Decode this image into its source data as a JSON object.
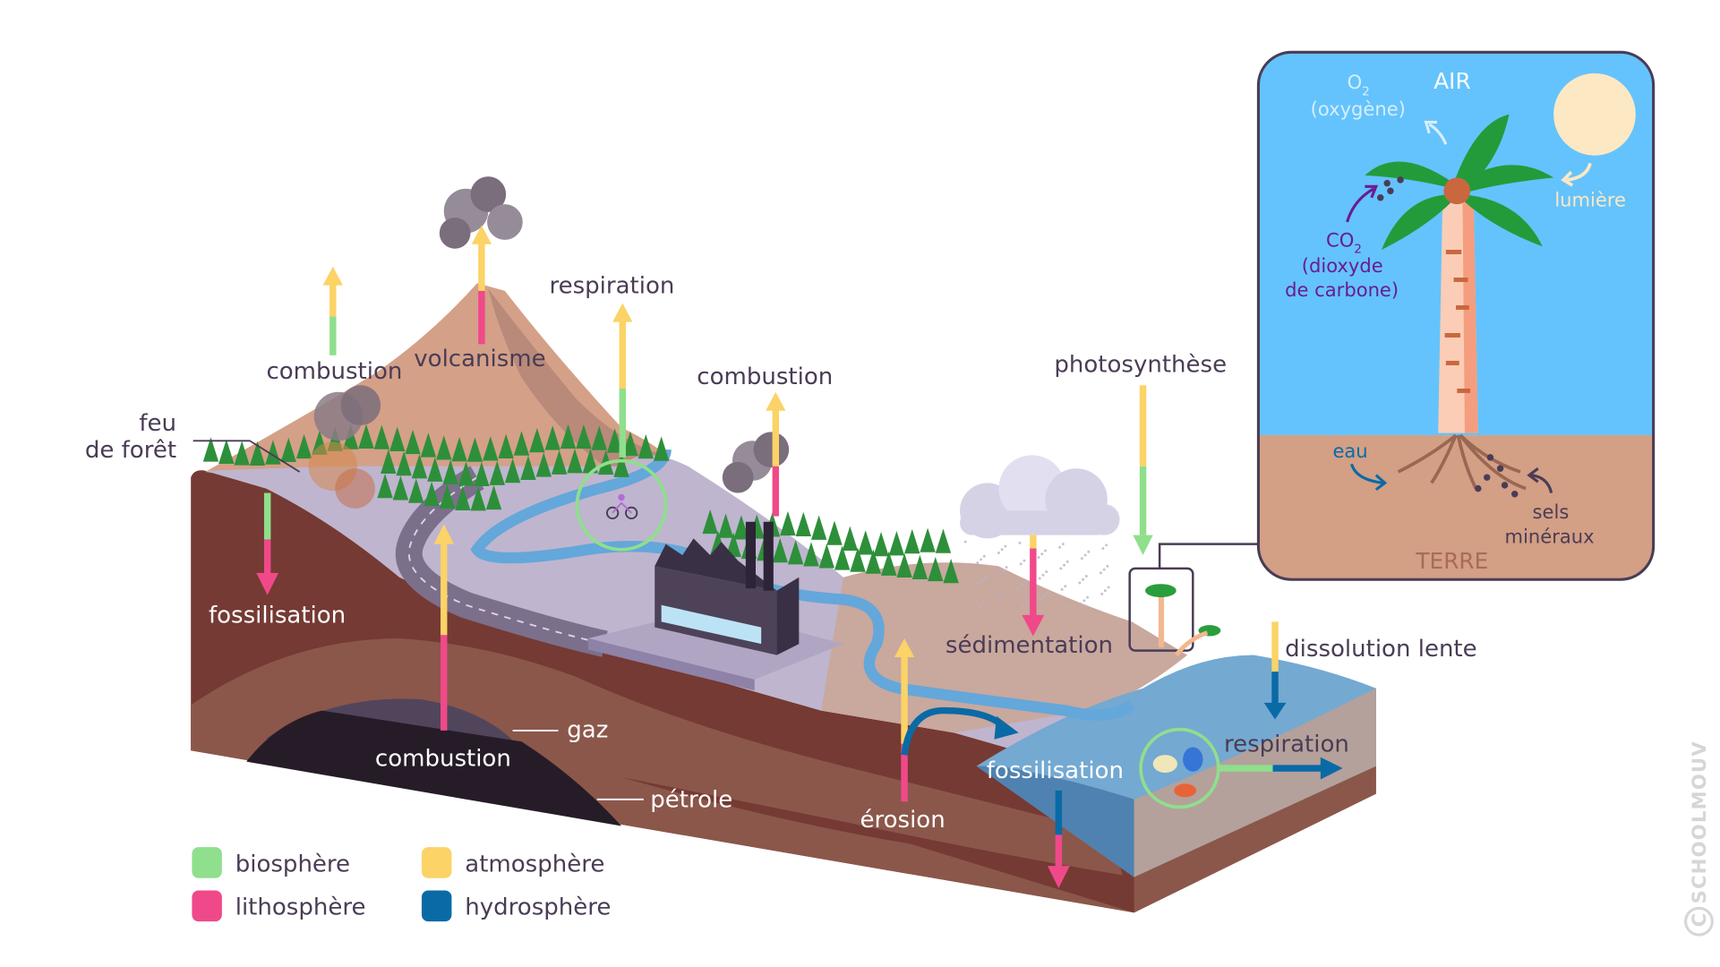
{
  "diagram": {
    "title": "Cycle du carbone",
    "colors": {
      "biosphere": "#8fdf8c",
      "lithosphere": "#f0498a",
      "atmosphere": "#fbd366",
      "hydrosphere": "#0a6aa6",
      "text": "#4a3c55"
    },
    "labels": {
      "combustion_forest": "combustion",
      "volcanisme": "volcanisme",
      "respiration_land": "respiration",
      "combustion_factory": "combustion",
      "photosynthese": "photosynthèse",
      "feu_line1": "feu",
      "feu_line2": "de forêt",
      "fossilisation_land": "fossilisation",
      "combustion_underground": "combustion",
      "gaz": "gaz",
      "petrole": "pétrole",
      "erosion": "érosion",
      "sedimentation": "sédimentation",
      "dissolution": "dissolution lente",
      "fossilisation_sea": "fossilisation",
      "respiration_sea": "respiration"
    },
    "flows": [
      {
        "name": "combustion (feu de forêt)",
        "from": "biosphere",
        "to": "atmosphere",
        "direction": "up"
      },
      {
        "name": "volcanisme",
        "from": "lithosphere",
        "to": "atmosphere",
        "direction": "up"
      },
      {
        "name": "respiration (terrestre)",
        "from": "biosphere",
        "to": "atmosphere",
        "direction": "up"
      },
      {
        "name": "combustion (usine)",
        "from": "lithosphere",
        "to": "atmosphere",
        "direction": "up"
      },
      {
        "name": "photosynthèse",
        "from": "atmosphere",
        "to": "biosphere",
        "direction": "down"
      },
      {
        "name": "fossilisation (terrestre)",
        "from": "biosphere",
        "to": "lithosphere",
        "direction": "down"
      },
      {
        "name": "combustion (gaz/pétrole)",
        "from": "lithosphere",
        "to": "atmosphere",
        "direction": "up"
      },
      {
        "name": "érosion",
        "from": "lithosphere",
        "to": "atmosphere / hydrosphere",
        "direction": "up"
      },
      {
        "name": "sédimentation",
        "from": "atmosphere",
        "to": "lithosphere",
        "direction": "down"
      },
      {
        "name": "dissolution lente",
        "from": "atmosphere",
        "to": "hydrosphere",
        "direction": "down"
      },
      {
        "name": "fossilisation (marine)",
        "from": "hydrosphere",
        "to": "lithosphere",
        "direction": "down"
      },
      {
        "name": "respiration (marine)",
        "from": "biosphere",
        "to": "hydrosphere",
        "direction": "right"
      }
    ],
    "legend": [
      {
        "label": "biosphère",
        "color": "#8fdf8c"
      },
      {
        "label": "lithosphère",
        "color": "#f0498a"
      },
      {
        "label": "atmosphère",
        "color": "#fbd366"
      },
      {
        "label": "hydrosphère",
        "color": "#0a6aa6"
      }
    ],
    "inset": {
      "air": "AIR",
      "terre": "TERRE",
      "o2": "O",
      "o2_sub": "2",
      "oxygene": "(oxygène)",
      "co2": "CO",
      "co2_sub": "2",
      "dioxyde_line1": "(dioxyde",
      "dioxyde_line2": "de carbone)",
      "lumiere": "lumière",
      "eau": "eau",
      "sels_line1": "sels",
      "sels_line2": "minéraux"
    },
    "watermark": "SCHOOLMOUV",
    "copyright_symbol": "C"
  }
}
